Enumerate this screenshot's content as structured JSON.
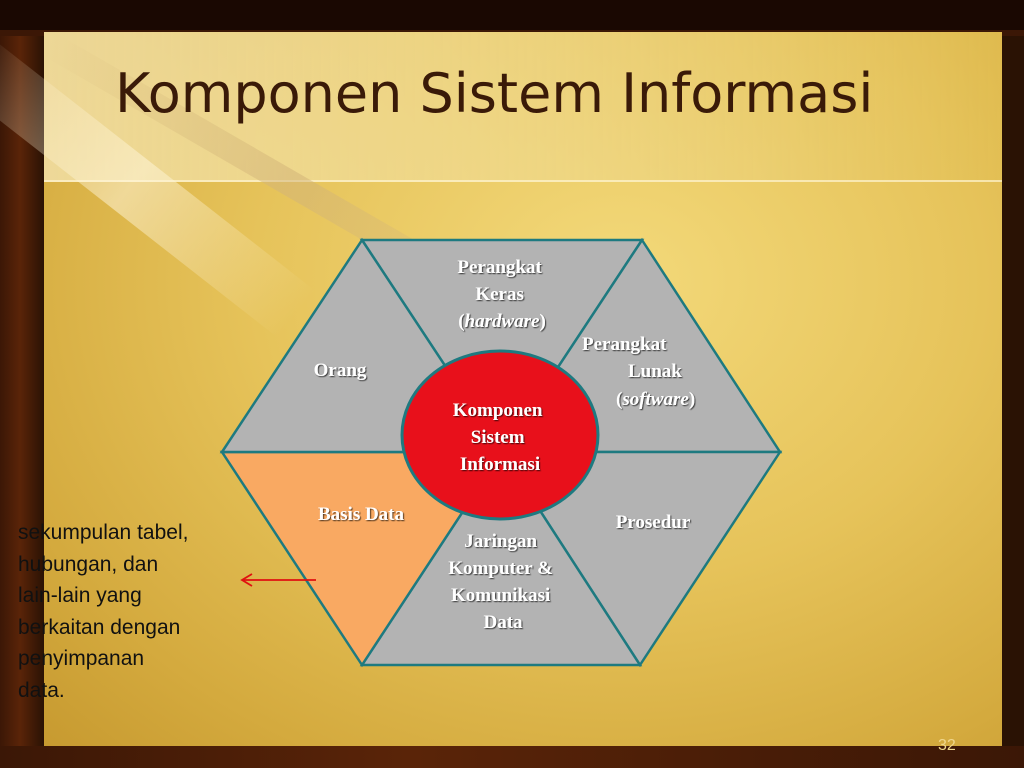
{
  "slide": {
    "title": "Komponen Sistem Informasi",
    "slide_number": "32"
  },
  "diagram": {
    "center": {
      "lines": [
        "Komponen",
        "Sistem",
        "Informasi"
      ]
    },
    "segments": {
      "hardware": {
        "lines": [
          "Perangkat",
          "Keras"
        ],
        "italic_open": "(",
        "italic_word": "hardware",
        "italic_close": ")"
      },
      "software": {
        "lines": [
          "Perangkat",
          "Lunak"
        ],
        "italic_open": "(",
        "italic_word": "software",
        "italic_close": ")"
      },
      "orang": {
        "label": "Orang"
      },
      "basis_data": {
        "label": "Basis Data"
      },
      "prosedur": {
        "label": "Prosedur"
      },
      "jaringan": {
        "lines": [
          "Jaringan",
          "Komputer &",
          "Komunikasi",
          "Data"
        ]
      }
    },
    "colors": {
      "segment_fill": "#b3b3b3",
      "highlight_fill": "#f9a962",
      "outline": "#1e7a80",
      "center_fill": "#e8101b",
      "arrow": "#e01010"
    }
  },
  "annotation": {
    "text": "sekumpulan tabel,\nhubungan, dan\nlain-lain yang\nberkaitan dengan\npenyimpanan\ndata."
  }
}
